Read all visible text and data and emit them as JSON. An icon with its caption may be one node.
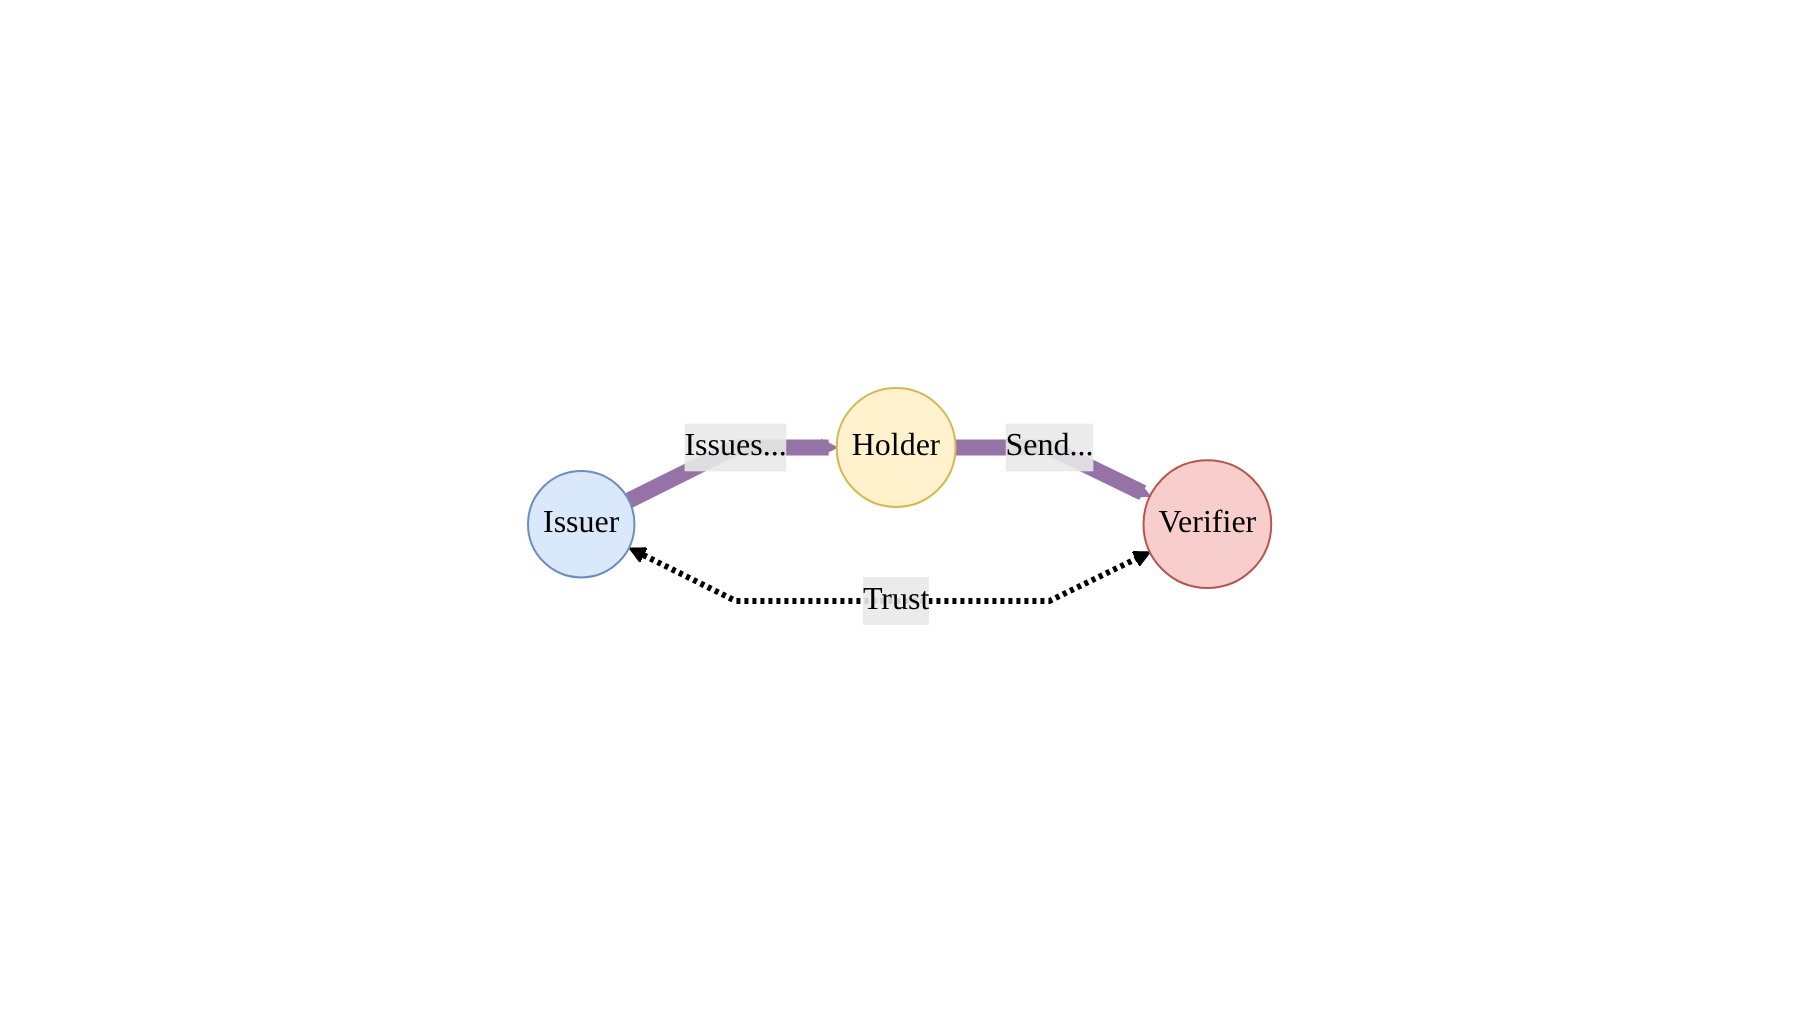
{
  "diagram": {
    "nodes": [
      {
        "text": [
          "Holder"
        ]
      },
      {
        "text": [
          "Issuer"
        ]
      },
      {
        "text": [
          "Verifier"
        ]
      }
    ],
    "edges": [
      {
        "from": 1,
        "to": 0,
        "arrow": "to",
        "label": "Issues..."
      },
      {
        "from": 0,
        "to": 2,
        "arrow": "to",
        "label": "Send..."
      },
      {
        "from": 1,
        "to": 2,
        "arrow": "both",
        "label": "Trust",
        "style": "dashed",
        "color": "#000000"
      }
    ]
  }
}
